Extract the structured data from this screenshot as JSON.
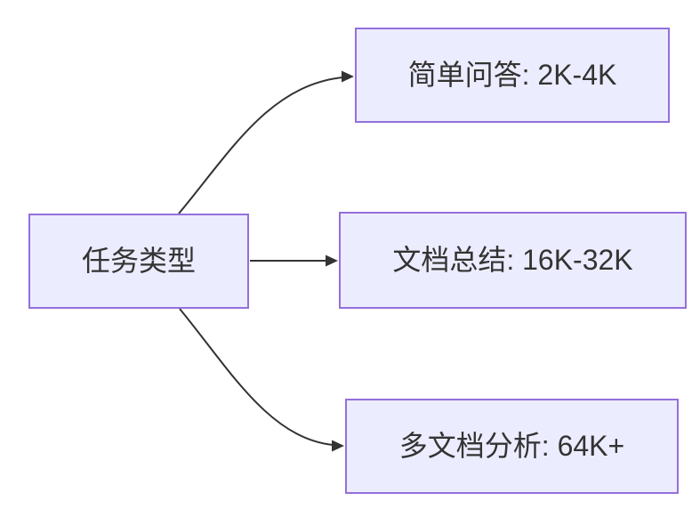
{
  "diagram": {
    "type": "flowchart",
    "direction": "LR",
    "background_color": "#ffffff",
    "node_fill_color": "#ECECFF",
    "node_border_color": "#9370DB",
    "edge_color": "#333333",
    "text_color": "#333333",
    "nodes": [
      {
        "id": "root",
        "label": "任务类型"
      },
      {
        "id": "top",
        "label": "简单问答: 2K-4K"
      },
      {
        "id": "middle",
        "label": "文档总结: 16K-32K"
      },
      {
        "id": "bottom",
        "label": "多文档分析: 64K+"
      }
    ],
    "edges": [
      {
        "from": "任务类型",
        "to": "简单问答: 2K-4K"
      },
      {
        "from": "任务类型",
        "to": "文档总结: 16K-32K"
      },
      {
        "from": "任务类型",
        "to": "多文档分析: 64K+"
      }
    ]
  }
}
